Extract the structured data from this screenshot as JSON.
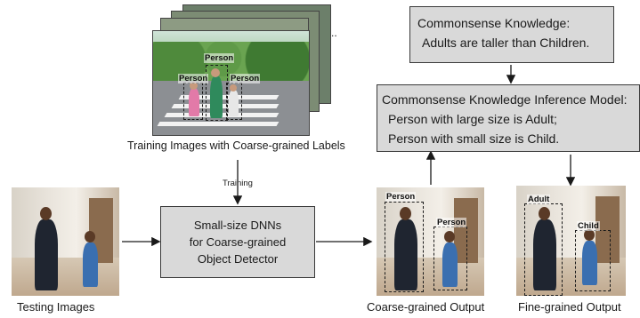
{
  "knowledge_box": {
    "title": "Commonsense Knowledge:",
    "text": "Adults are taller than Children."
  },
  "inference_box": {
    "title": "Commonsense Knowledge Inference Model:",
    "rule1": "Person with large size is Adult;",
    "rule2": "Person with small size is Child."
  },
  "detector_box": {
    "line1": "Small-size DNNs",
    "line2": "for Coarse-grained",
    "line3": "Object Detector"
  },
  "captions": {
    "training_images": "Training Images with Coarse-grained Labels",
    "training_arrow": "Training",
    "testing_images": "Testing Images",
    "coarse_output": "Coarse-grained Output",
    "fine_output": "Fine-grained Output"
  },
  "labels": {
    "training_person_top": "Person",
    "training_person_left": "Person",
    "training_person_right": "Person",
    "coarse_person_adult": "Person",
    "coarse_person_child": "Person",
    "fine_adult": "Adult",
    "fine_child": "Child"
  },
  "ellipsis": ".."
}
